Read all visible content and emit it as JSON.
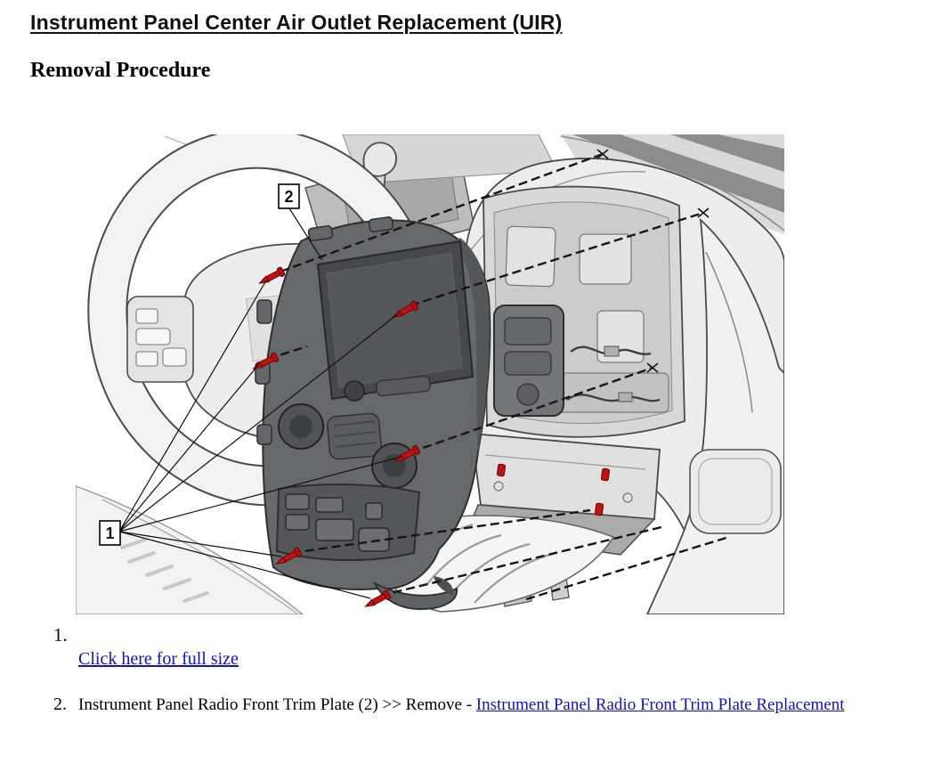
{
  "header": {
    "title": "Instrument Panel Center Air Outlet Replacement (UIR)",
    "subtitle": "Removal Procedure"
  },
  "figure": {
    "description": "Exploded line-art view of the instrument panel center stack showing the radio front trim plate pulled away from the dash, with fastener screws and removal-direction dashed lines",
    "callouts": {
      "fasteners": "1",
      "trim_plate": "2"
    },
    "colors": {
      "fastener_red": "#c01212",
      "trim_plate_gray": "#66696b",
      "line_art": "#4a4a4a"
    }
  },
  "steps": {
    "items": [
      {
        "number": "1.",
        "link_label": "Click here for full size"
      },
      {
        "number": "2.",
        "text": "Instrument Panel Radio Front Trim Plate (2) >> Remove - ",
        "link_label": "Instrument Panel Radio Front Trim Plate Replacement"
      }
    ]
  },
  "colors": {
    "link_blue": "#1111cc",
    "text": "#000000",
    "background": "#ffffff"
  }
}
